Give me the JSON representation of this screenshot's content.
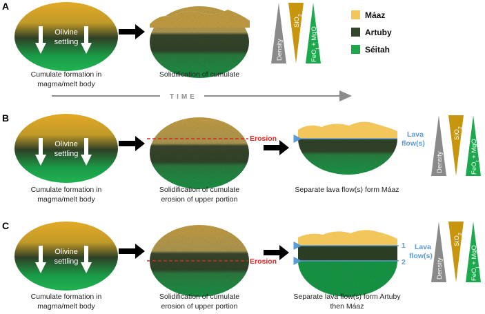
{
  "panels": {
    "a": "A",
    "b": "B",
    "c": "C"
  },
  "cumulate": {
    "settling_line1": "Olivine",
    "settling_line2": "settling",
    "caption_line1": "Cumulate formation in",
    "caption_line2": "magma/melt body"
  },
  "solid": {
    "caption_a": "Solidification of cumulate",
    "caption_line1": "Solidification of cumulate",
    "caption_line2": "erosion of upper portion",
    "erosion": "Erosion"
  },
  "lava": {
    "label_line1": "Lava",
    "label_line2": "flow(s)",
    "caption_b": "Separate lava flow(s) form Máaz",
    "caption_c_line1": "Separate lava flow(s) form Artuby",
    "caption_c_line2": "then Máaz",
    "flow_1": "1",
    "flow_2": "2"
  },
  "time": "TIME",
  "legend": {
    "items": [
      {
        "label": "Máaz",
        "color": "#f2c65b"
      },
      {
        "label": "Artuby",
        "color": "#33452a"
      },
      {
        "label": "Séitah",
        "color": "#1da84d"
      }
    ]
  },
  "triangles": {
    "density": "Density",
    "sio2": "SiO",
    "sio2_sub": "2",
    "feo": "FeO",
    "feo_sub": "t",
    "mgo": " + MgO"
  },
  "colors": {
    "maaz": "#f2c65b",
    "artuby": "#33452a",
    "seitah": "#1da84d",
    "density_tri": "#8a8a8a",
    "sio2_tri": "#c8960e",
    "feo_tri": "#1da84d",
    "erosion": "#e8231f",
    "lava": "#5b9bd5"
  }
}
